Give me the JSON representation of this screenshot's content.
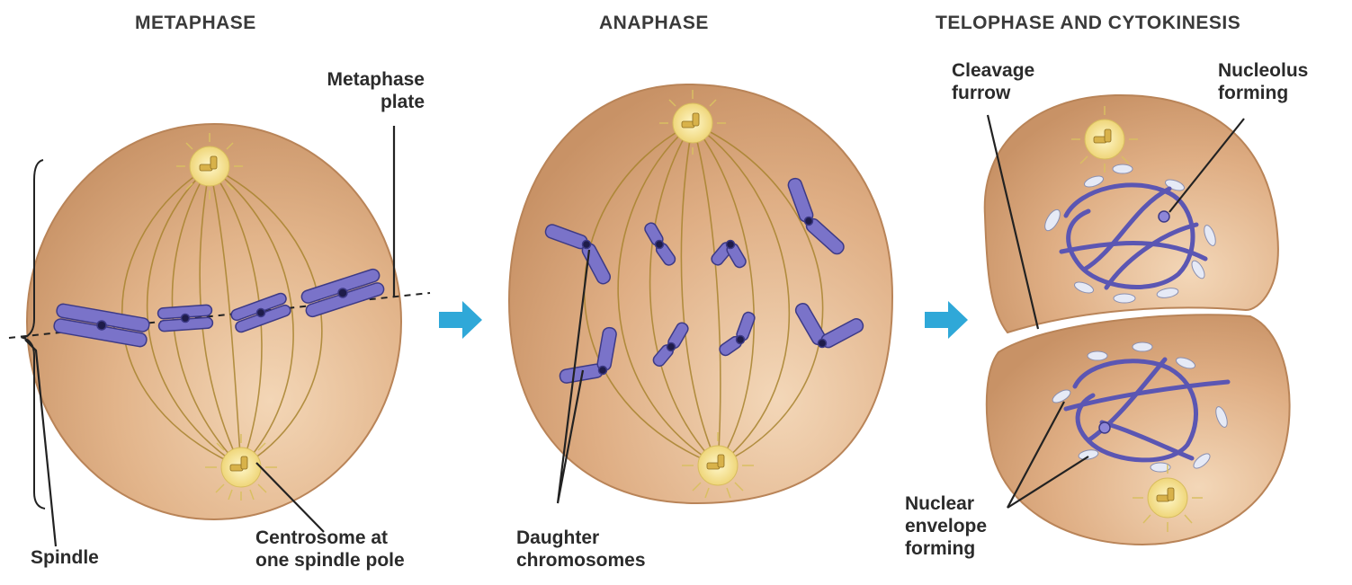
{
  "titles": {
    "metaphase": "METAPHASE",
    "anaphase": "ANAPHASE",
    "telophase": "TELOPHASE AND CYTOKINESIS"
  },
  "labels": {
    "metaphase_plate": [
      "Metaphase",
      "plate"
    ],
    "spindle": "Spindle",
    "centrosome": [
      "Centrosome at",
      "one spindle pole"
    ],
    "daughter_chromosomes": [
      "Daughter",
      "chromosomes"
    ],
    "cleavage_furrow": [
      "Cleavage",
      "furrow"
    ],
    "nucleolus_forming": [
      "Nucleolus",
      "forming"
    ],
    "nuclear_envelope_forming": [
      "Nuclear",
      "envelope",
      "forming"
    ]
  },
  "colors": {
    "cell": "#d8a57a",
    "cell_light": "#f0d2b2",
    "chromosome": "#7a73c9",
    "chromosome_dark": "#3d3a86",
    "spindle_fiber": "#a8842f",
    "centrosome": "#f4df7e",
    "arrow": "#2fa8d8",
    "envelope": "#e6eaf6"
  }
}
